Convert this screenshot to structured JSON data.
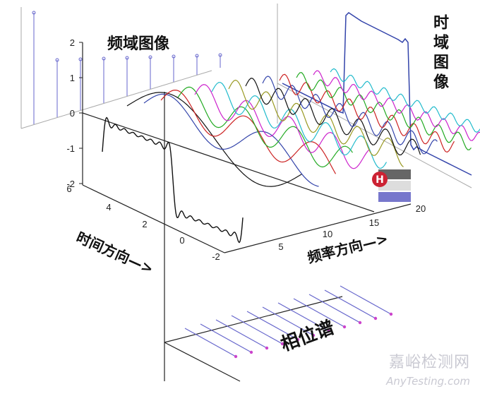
{
  "labels": {
    "freq_image": "频域图像",
    "time_image": "时域图像",
    "time_direction": "时间方向—>",
    "freq_direction": "频率方向—>",
    "phase_spectrum": "相位谱"
  },
  "ticks": {
    "amplitude": [
      "2",
      "1",
      "0",
      "-1",
      "-2"
    ],
    "time": [
      "6",
      "4",
      "2",
      "0",
      "-2"
    ],
    "frequency": [
      "5",
      "10",
      "15",
      "20"
    ]
  },
  "watermark": {
    "cn": "嘉峪检测网",
    "en": "AnyTesting.com"
  },
  "colors": {
    "axis": "#222222",
    "blue": "#3344aa",
    "black": "#111111",
    "red": "#cc2222",
    "green": "#22aa22",
    "cyan": "#22bbcc",
    "magenta": "#cc22cc",
    "olive": "#999922",
    "stem": "#6666cc",
    "stem_dot": "#cc44cc"
  }
}
